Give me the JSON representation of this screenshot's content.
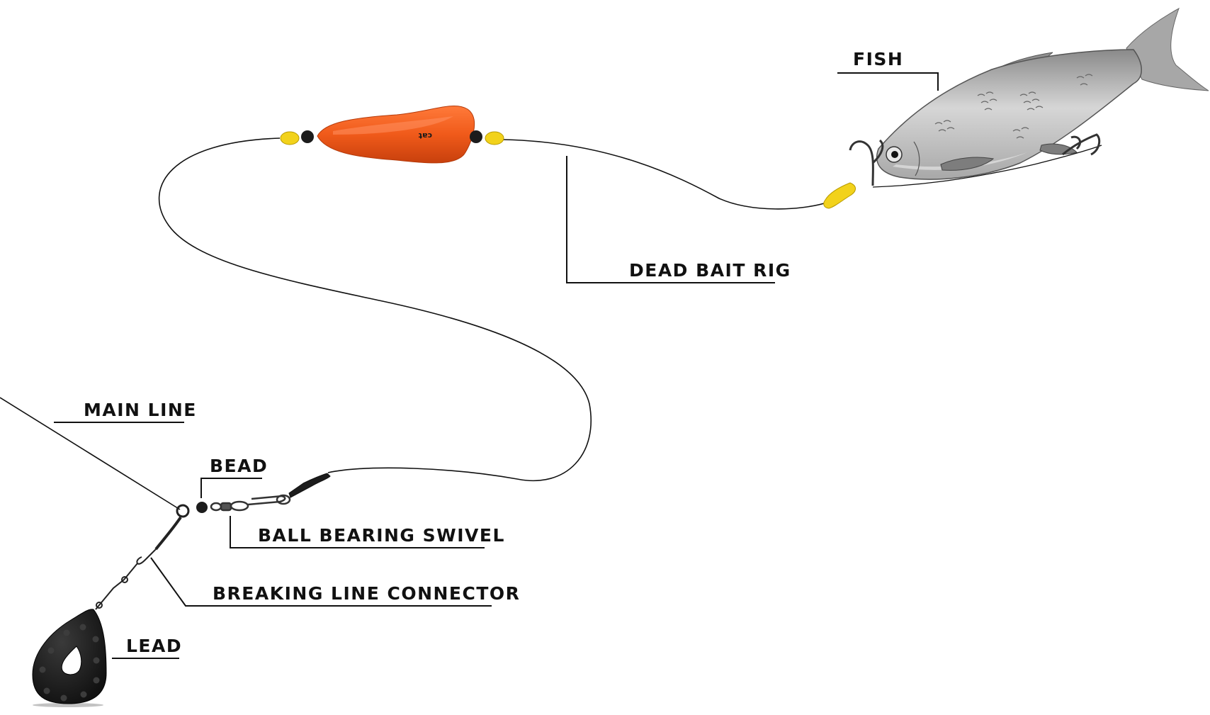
{
  "labels": {
    "fish": "FISH",
    "dead_bait_rig": "DEAD BAIT RIG",
    "main_line": "MAIN LINE",
    "bead": "BEAD",
    "ball_bearing_swivel": "BALL BEARING SWIVEL",
    "breaking_line_connector": "BREAKING LINE CONNECTOR",
    "lead": "LEAD"
  },
  "float_logo": "cat",
  "colors": {
    "float": "#f05a1a",
    "float_dark": "#c8400d",
    "bead_yellow": "#f2d21b",
    "bead_black": "#1c1c1c",
    "lead": "#1e1e1e",
    "fish_body": "#b9b9b9",
    "fish_dark": "#6f6f6f",
    "line": "#111111"
  }
}
